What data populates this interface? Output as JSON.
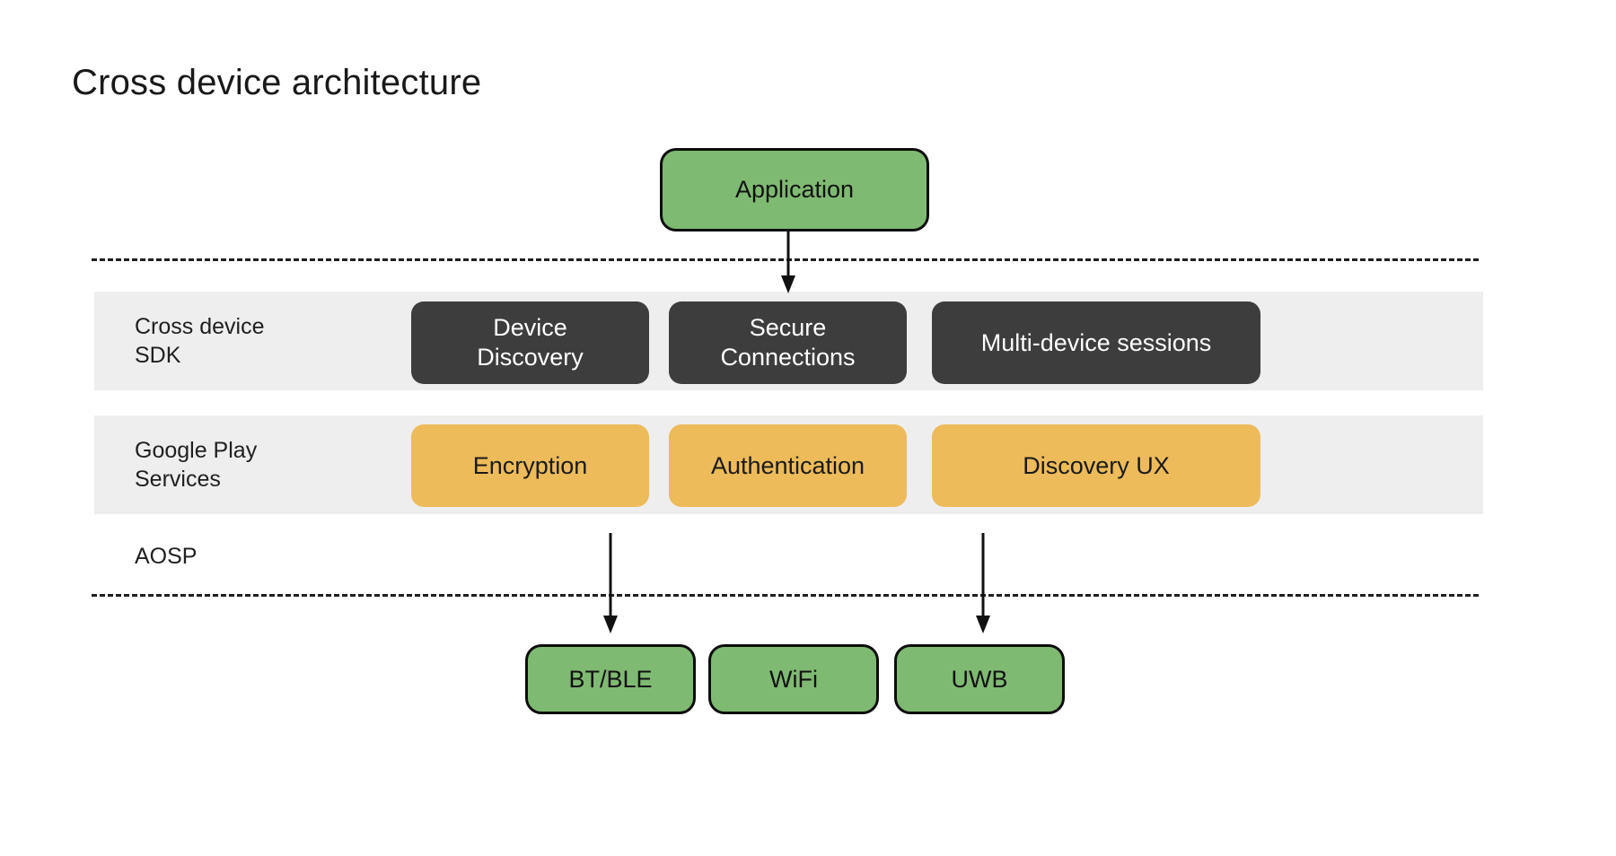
{
  "title": "Cross device architecture",
  "colors": {
    "green": "#7fba72",
    "amber": "#edbb5a",
    "dark": "#3d3d3d",
    "band": "#eeeeee",
    "rule": "#1f1f1f"
  },
  "application": {
    "label": "Application"
  },
  "layers": [
    {
      "id": "cross-device-sdk",
      "label": "Cross device\nSDK",
      "style": "dark",
      "nodes": [
        {
          "id": "device-discovery",
          "label": "Device\nDiscovery"
        },
        {
          "id": "secure-connections",
          "label": "Secure\nConnections"
        },
        {
          "id": "multi-device-sessions",
          "label": "Multi-device sessions"
        }
      ]
    },
    {
      "id": "google-play-services",
      "label": "Google Play\nServices",
      "style": "amber",
      "nodes": [
        {
          "id": "encryption",
          "label": "Encryption"
        },
        {
          "id": "authentication",
          "label": "Authentication"
        },
        {
          "id": "discovery-ux",
          "label": "Discovery UX"
        }
      ]
    }
  ],
  "aosp": {
    "label": "AOSP",
    "radios": [
      {
        "id": "btble",
        "label": "BT/BLE"
      },
      {
        "id": "wifi",
        "label": "WiFi"
      },
      {
        "id": "uwb",
        "label": "UWB"
      }
    ]
  },
  "arrows": [
    {
      "id": "application-to-sdk",
      "from": "Application",
      "to": "Cross device SDK"
    },
    {
      "id": "encryption-to-btble",
      "from": "Encryption",
      "to": "BT/BLE"
    },
    {
      "id": "discovery-ux-to-uwb",
      "from": "Discovery UX",
      "to": "UWB"
    }
  ],
  "separators": [
    {
      "id": "above-sdk"
    },
    {
      "id": "below-aosp"
    }
  ]
}
